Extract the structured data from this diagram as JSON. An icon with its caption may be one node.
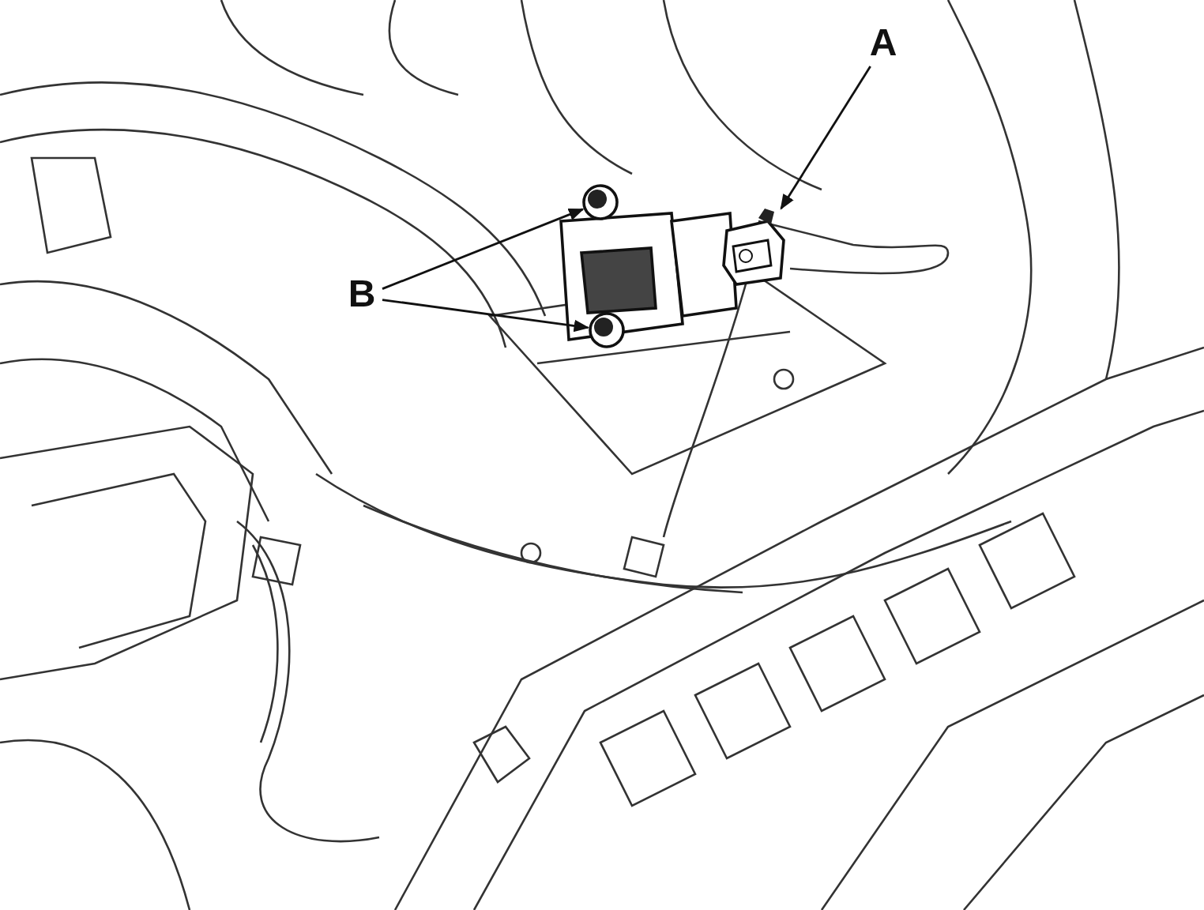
{
  "diagram": {
    "nodes": [
      {
        "text": [
          "A"
        ]
      },
      {
        "text": [],
        "shape": "picture"
      },
      {
        "text": [
          "B"
        ]
      },
      {
        "text": [],
        "shape": "circle"
      },
      {
        "text": [],
        "shape": "circle"
      }
    ],
    "edges": [
      {
        "from": 0,
        "to": 1,
        "arrow": "to"
      },
      {
        "from": 2,
        "to": 3,
        "arrow": "to"
      },
      {
        "from": 2,
        "to": 4,
        "arrow": "to"
      }
    ]
  }
}
